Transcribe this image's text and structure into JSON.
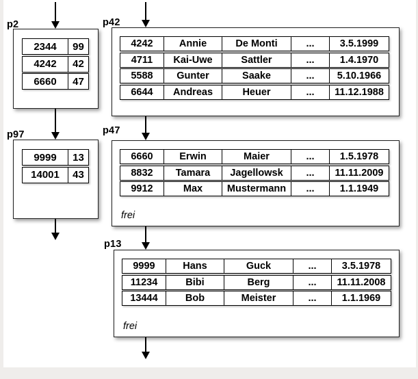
{
  "pages": {
    "p2": {
      "label": "p2",
      "rows": [
        [
          "2344",
          "99"
        ],
        [
          "4242",
          "42"
        ],
        [
          "6660",
          "47"
        ]
      ]
    },
    "p97": {
      "label": "p97",
      "rows": [
        [
          "9999",
          "13"
        ],
        [
          "14001",
          "43"
        ]
      ]
    },
    "p42": {
      "label": "p42",
      "rows": [
        [
          "4242",
          "Annie",
          "De Monti",
          "...",
          "3.5.1999"
        ],
        [
          "4711",
          "Kai-Uwe",
          "Sattler",
          "...",
          "1.4.1970"
        ],
        [
          "5588",
          "Gunter",
          "Saake",
          "...",
          "5.10.1966"
        ],
        [
          "6644",
          "Andreas",
          "Heuer",
          "...",
          "11.12.1988"
        ]
      ]
    },
    "p47": {
      "label": "p47",
      "free_label": "frei",
      "rows": [
        [
          "6660",
          "Erwin",
          "Maier",
          "...",
          "1.5.1978"
        ],
        [
          "8832",
          "Tamara",
          "Jagellowsk",
          "...",
          "11.11.2009"
        ],
        [
          "9912",
          "Max",
          "Mustermann",
          "...",
          "1.1.1949"
        ]
      ]
    },
    "p13": {
      "label": "p13",
      "free_label": "frei",
      "rows": [
        [
          "9999",
          "Hans",
          "Guck",
          "...",
          "3.5.1978"
        ],
        [
          "11234",
          "Bibi",
          "Berg",
          "...",
          "11.11.2008"
        ],
        [
          "13444",
          "Bob",
          "Meister",
          "...",
          "1.1.1969"
        ]
      ]
    }
  },
  "colors": {
    "line": "#000000",
    "box_border": "#1f1f1f",
    "box_background": "#ffffff",
    "page_background": "#efedeb"
  }
}
